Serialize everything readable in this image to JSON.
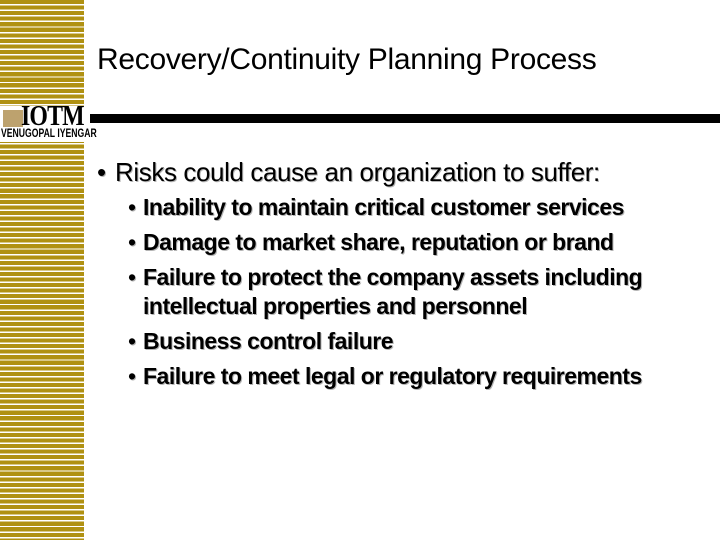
{
  "slide": {
    "title": "Recovery/Continuity Planning Process",
    "logo": {
      "brand": "IOTM",
      "tagline": "VENUGOPAL IYENGAR"
    },
    "bullet_char": "•",
    "content": {
      "lead": "Risks could cause an organization to suffer:",
      "items": [
        "Inability to maintain critical customer services",
        "Damage to market share, reputation or brand",
        "Failure to protect the company assets including\nintellectual properties and personnel",
        "Business control failure",
        "Failure to meet legal or regulatory requirements"
      ]
    },
    "colors": {
      "stripe_gold": "#B09112",
      "logo_tan": "#BDA26E",
      "bar_black": "#000000",
      "background": "#FFFFFF",
      "text": "#000000"
    }
  }
}
